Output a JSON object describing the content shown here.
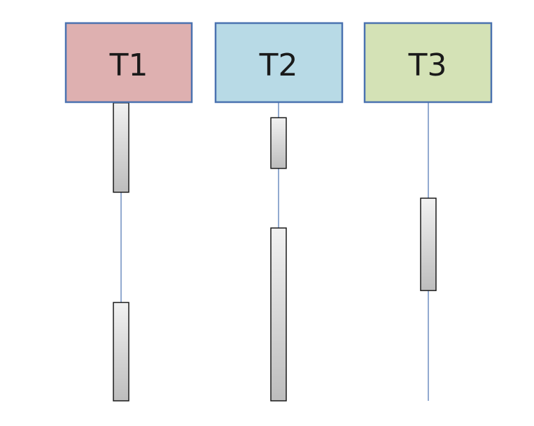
{
  "threads": [
    {
      "id": "t1",
      "label": "T1",
      "fill": "#deb0b0",
      "activations": [
        {
          "start": 0,
          "end": 0.3
        },
        {
          "start": 0.67,
          "end": 1.0
        }
      ]
    },
    {
      "id": "t2",
      "label": "T2",
      "fill": "#b8dae6",
      "activations": [
        {
          "start": 0.05,
          "end": 0.22
        },
        {
          "start": 0.42,
          "end": 1.0
        }
      ]
    },
    {
      "id": "t3",
      "label": "T3",
      "fill": "#d4e2b6",
      "activations": [
        {
          "start": 0.32,
          "end": 0.63
        }
      ]
    }
  ],
  "colors": {
    "box_border": "#4a72b0",
    "lifeline": "#4a72b0",
    "activation_border": "#1a1a1a",
    "activation_top": "#f2f2f2",
    "activation_bottom": "#bdbdbd"
  }
}
